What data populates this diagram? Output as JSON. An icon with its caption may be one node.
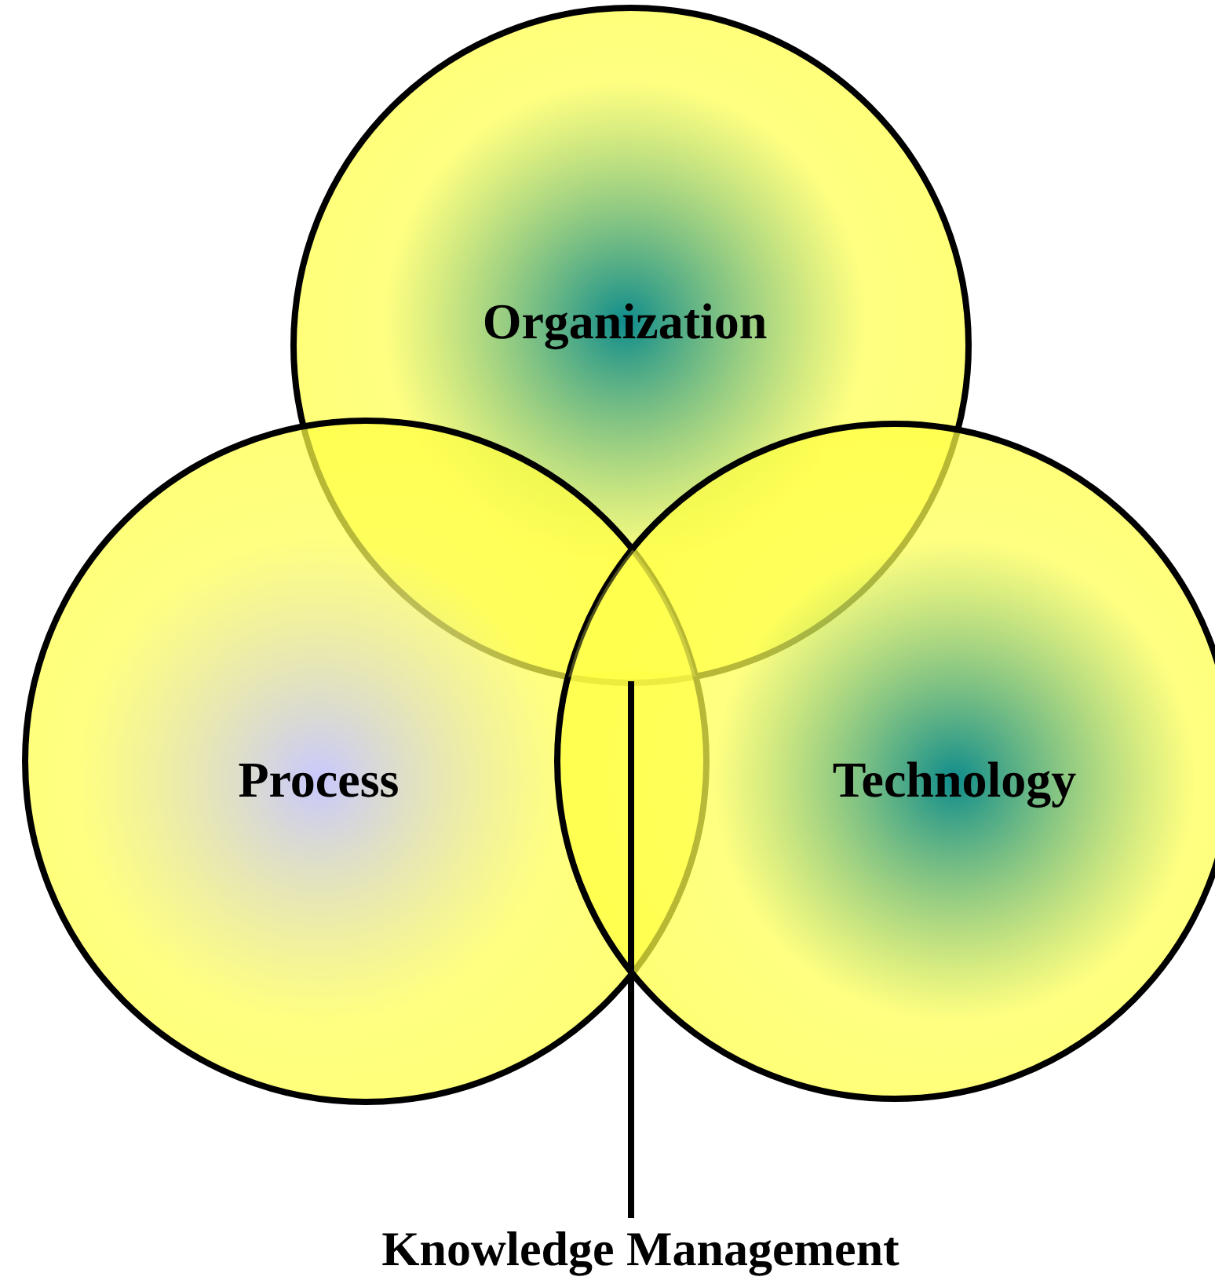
{
  "diagram": {
    "nodes": [
      {
        "text": [
          "Organization"
        ]
      },
      {
        "text": [
          "Process"
        ]
      },
      {
        "text": [
          "Technology"
        ]
      },
      {
        "text": [
          "Knowledge Management"
        ]
      },
      {
        "text": [],
        "shape": "region"
      }
    ],
    "edges": [
      {
        "from": 3,
        "to": 4,
        "arrow": "none"
      }
    ]
  }
}
